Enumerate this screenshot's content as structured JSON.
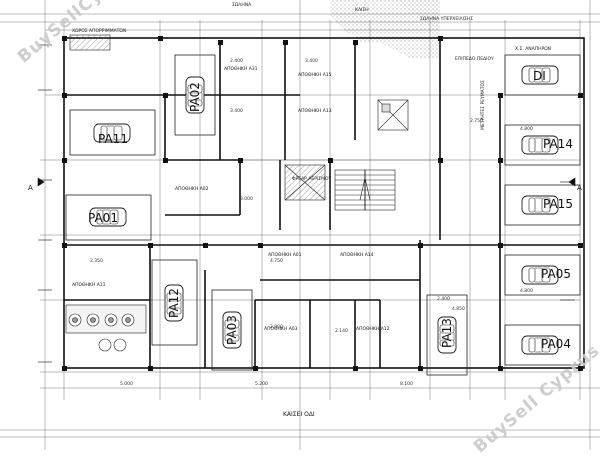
{
  "watermarks": {
    "top_left": "BuySellCyprus",
    "bottom_right": "BuySell Cyprus"
  },
  "street": "ΚΑΙΣΕΙ ΟΔΙ",
  "parking_spaces": [
    "PA01",
    "PA02",
    "PA03",
    "PA04",
    "PA05",
    "PA11",
    "PA12",
    "PA13",
    "PA14",
    "PA15",
    "DI"
  ],
  "storerooms": {
    "a01": "ΑΠΟΘΗΚΗ Α01",
    "a02": "ΑΠΟΘΗΚΗ Α02",
    "a03": "ΑΠΟΘΗΚΗ Α03",
    "a11": "ΑΠΟΘΗΚΗ Α11",
    "a12": "ΑΠΟΘΗΚΗ Α12",
    "a13": "ΑΠΟΘΗΚΗ Α13",
    "a14": "ΑΠΟΘΗΚΗ Α14",
    "a15": "ΑΠΟΘΗΚΗ Α15",
    "a31": "ΑΠΟΘΗΚΗ Α31"
  },
  "annotations": {
    "ramp_top": "ΣΩΛΗΝΑ",
    "ramp_down": "ΚΛΙΣΗ",
    "ramp_right": "ΣΩΛΗΝΑ ΥΠΕΡΧΕΙΛΙΣΗΣ",
    "ramp_right2": "ΕΠΙΠΕΔΟ ΠΕΔΙΟΥ",
    "hvac": "Χ.Σ. ΑΝΑΠΗΡΩΝ",
    "hatch_top": "ΧΩΡΟΣ ΑΠΟΡΡΙΜΜΑΤΩΝ",
    "meter": "ΜΕΤΡΗΤΕΣ ΡΕΥΜΑΤΟΣ",
    "shaft": "ΦΡΕΑΡ ΑΕΡΙΣΜΟΥ"
  }
}
